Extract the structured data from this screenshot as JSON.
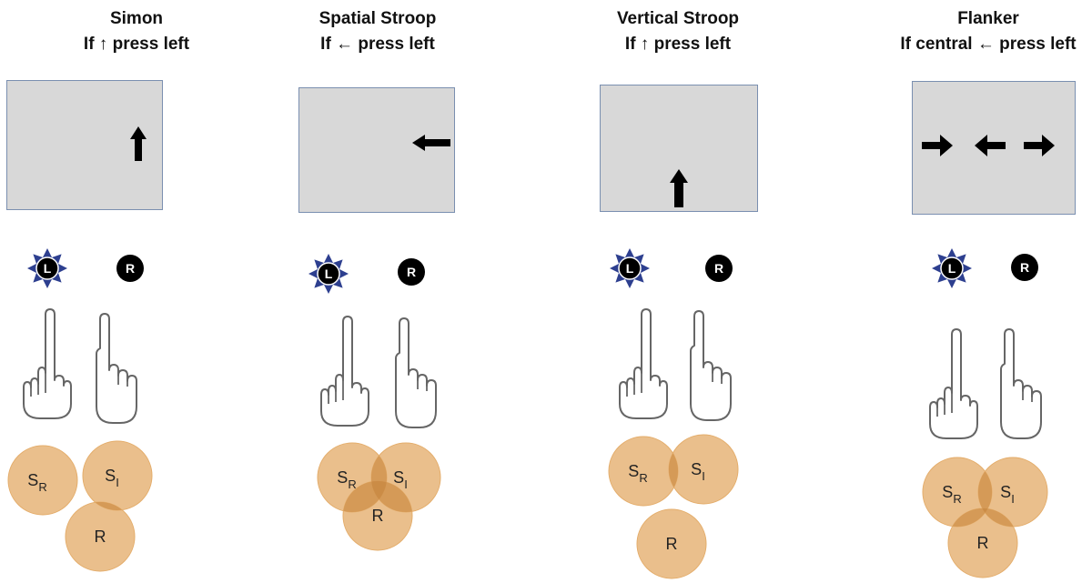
{
  "panels": [
    {
      "title": "Simon",
      "rule": "If ↑ press left",
      "stimulus": "up-arrow-right-position",
      "lit_button": "L",
      "other_button": "R",
      "overlap_labels": {
        "sr": "S",
        "sr_sub": "R",
        "si": "S",
        "si_sub": "I",
        "r": "R"
      }
    },
    {
      "title": "Spatial Stroop",
      "rule": "If ← press left",
      "stimulus": "left-arrow-right-position",
      "lit_button": "L",
      "other_button": "R",
      "overlap_labels": {
        "sr": "S",
        "sr_sub": "R",
        "si": "S",
        "si_sub": "I",
        "r": "R"
      }
    },
    {
      "title": "Vertical Stroop",
      "rule": "If ↑ press left",
      "stimulus": "up-arrow-bottom-position",
      "lit_button": "L",
      "other_button": "R",
      "overlap_labels": {
        "sr": "S",
        "sr_sub": "R",
        "si": "S",
        "si_sub": "I",
        "r": "R"
      }
    },
    {
      "title": "Flanker",
      "rule": "If central ← press left",
      "stimulus": "right-left-right-arrows",
      "lit_button": "L",
      "other_button": "R",
      "overlap_labels": {
        "sr": "S",
        "sr_sub": "R",
        "si": "S",
        "si_sub": "I",
        "r": "R"
      }
    }
  ],
  "colors": {
    "screen_fill": "#d8d8d8",
    "screen_border": "#7a8fb0",
    "circle_fill": "#e4ad6b",
    "circle_overlap": "#c98a45",
    "arrow": "#000000",
    "lamp": "#000000",
    "burst": "#2d3f8f"
  },
  "icons": [
    "up-arrow-icon",
    "left-arrow-icon",
    "right-arrow-icon",
    "lit-left-button-icon",
    "right-button-icon",
    "left-hand-icon",
    "right-hand-icon"
  ]
}
